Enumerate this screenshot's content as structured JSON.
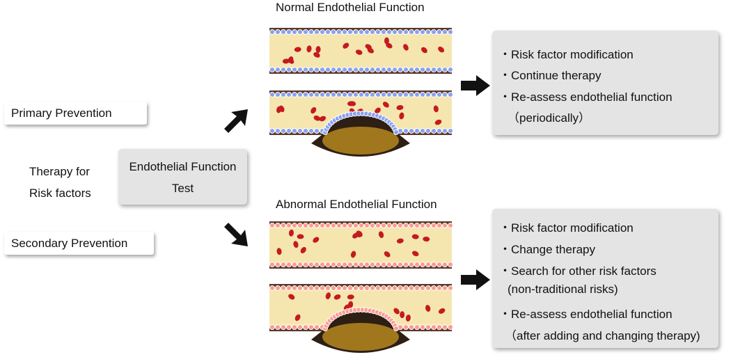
{
  "left": {
    "primary": "Primary Prevention",
    "therapy_line1": "Therapy for",
    "therapy_line2": "Risk factors",
    "secondary": "Secondary Prevention"
  },
  "test_box": {
    "line1": "Endothelial Function",
    "line2": "Test"
  },
  "normal": {
    "title": "Normal Endothelial Function",
    "items": [
      "・Risk factor modification",
      "・Continue therapy",
      "・Re-assess endothelial function",
      "（periodically）"
    ]
  },
  "abnormal": {
    "title": "Abnormal Endothelial Function",
    "items": [
      "・Risk factor modification",
      "・Change therapy",
      "・Search for other risk factors",
      "(non-traditional risks)",
      "・Re-assess endothelial function",
      "（after adding and changing therapy)"
    ]
  },
  "colors": {
    "normal_endothelium": "#8aa0f0",
    "abnormal_endothelium": "#ff9a90",
    "vessel_wall": "#5a3a2a",
    "lumen": "#f5e6b0",
    "blood_cell": "#c41a20",
    "plaque": "#c89620"
  }
}
